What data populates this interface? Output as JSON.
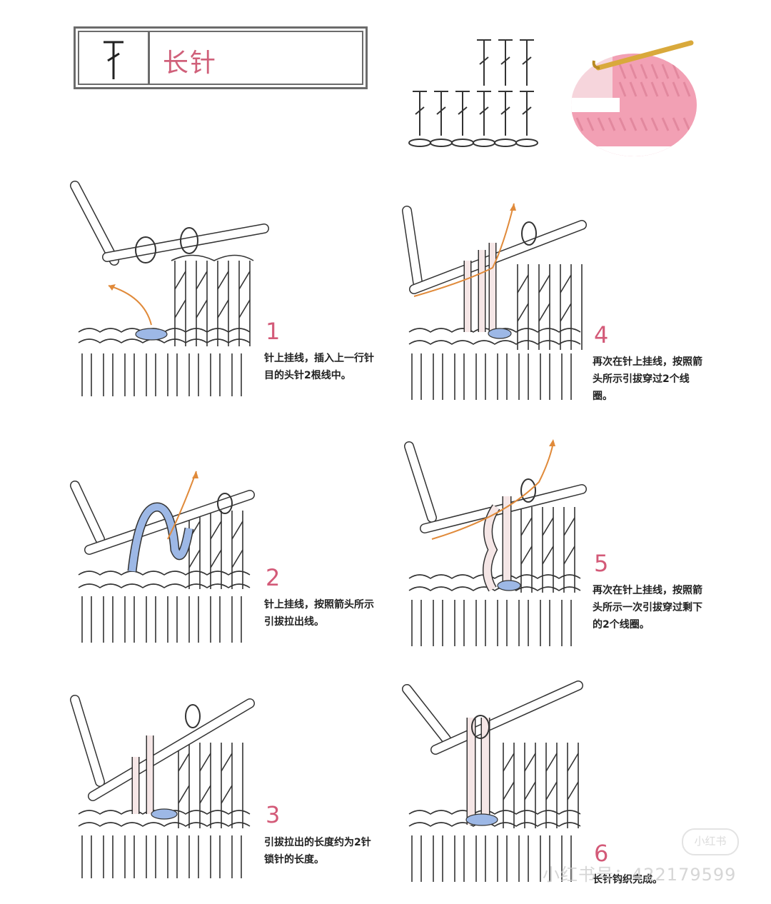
{
  "header": {
    "symbol_icon": "double-crochet-symbol-icon",
    "title": "长针"
  },
  "steps": [
    {
      "number": "1",
      "text": "针上挂线，插入上一行针目的头针2根线中。"
    },
    {
      "number": "2",
      "text": "针上挂线，按照箭头所示引拔拉出线。"
    },
    {
      "number": "3",
      "text": "引拔拉出的长度约为2针锁针的长度。"
    },
    {
      "number": "4",
      "text": "再次在针上挂线，按照箭头所示引拔穿过2个线圈。"
    },
    {
      "number": "5",
      "text": "再次在针上挂线，按照箭头所示一次引拔穿过剩下的2个线圈。"
    },
    {
      "number": "6",
      "text": "长针钩织完成。"
    }
  ],
  "watermark": {
    "badge": "小红书",
    "id_text": "小红书号：422179599"
  },
  "colors": {
    "accent": "#d35a78",
    "arrow": "#e08a3a",
    "blue_loop": "#9db8e6",
    "yarn_pink": "#f2a0b4"
  }
}
